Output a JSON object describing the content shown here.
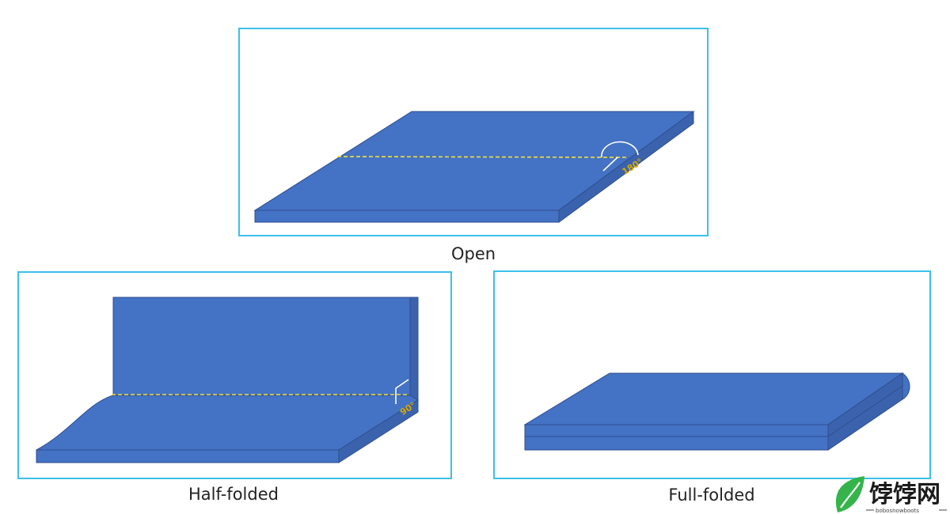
{
  "panels": {
    "open": {
      "caption": "Open",
      "angle_label": "180°"
    },
    "half_folded": {
      "caption": "Half-folded",
      "angle_label": "90°"
    },
    "full_folded": {
      "caption": "Full-folded"
    }
  },
  "watermark": {
    "title": "饽饽网",
    "subtitle": "bobosnowboots"
  },
  "colors": {
    "frame": "#3cc0ec",
    "device_face": "#4472c4",
    "device_edge": "#2f4f8f",
    "device_side": "#3b63ad",
    "fold_line": "#f2e13a",
    "angle_arc": "#ffffff",
    "angle_text": "#d9a800",
    "logo_green": "#34b44a"
  }
}
